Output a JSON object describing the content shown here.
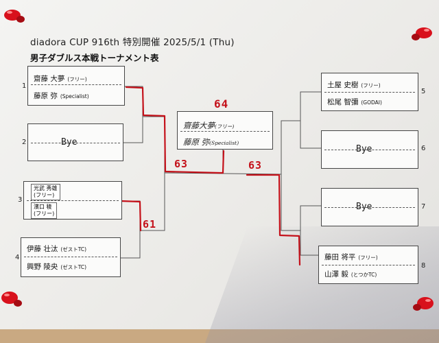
{
  "header": {
    "title": "diadora CUP 916th 特別開催 2025/5/1 (Thu)",
    "subtitle": "男子ダブルス本戦トーナメント表"
  },
  "entries": [
    {
      "seed": "1",
      "p1": "齋藤 大夢",
      "a1": "(フリー)",
      "p2": "藤原 弥",
      "a2": "(Specialist)"
    },
    {
      "seed": "2",
      "bye": "Bye"
    },
    {
      "seed": "3",
      "p1": "光武 秀雄",
      "a1": "(フリー)",
      "p2": "濱口 稜",
      "a2": "(フリー)"
    },
    {
      "seed": "4",
      "p1": "伊藤 壮汰",
      "a1": "(ゼストTC)",
      "p2": "興野 陵央",
      "a2": "(ゼストTC)"
    },
    {
      "seed": "5",
      "p1": "土屋 史樹",
      "a1": "(フリー)",
      "p2": "松尾 智彌",
      "a2": "(GODAI)"
    },
    {
      "seed": "6",
      "bye": "Bye"
    },
    {
      "seed": "7",
      "bye": "Bye"
    },
    {
      "seed": "8",
      "p1": "藤田 将平",
      "a1": "(フリー)",
      "p2": "山澤 毅",
      "a2": "(とつかTC)"
    }
  ],
  "winner": {
    "p1": "齋藤大夢",
    "a1": "(フリー)",
    "p2": "藤原 弥",
    "a2": "(Specialist)"
  },
  "scores": {
    "final": "64",
    "left_semi": "63",
    "right_semi": "63",
    "qf_3v4": "61"
  },
  "colors": {
    "marker": "#c4111a",
    "pin": "#d8111c"
  }
}
